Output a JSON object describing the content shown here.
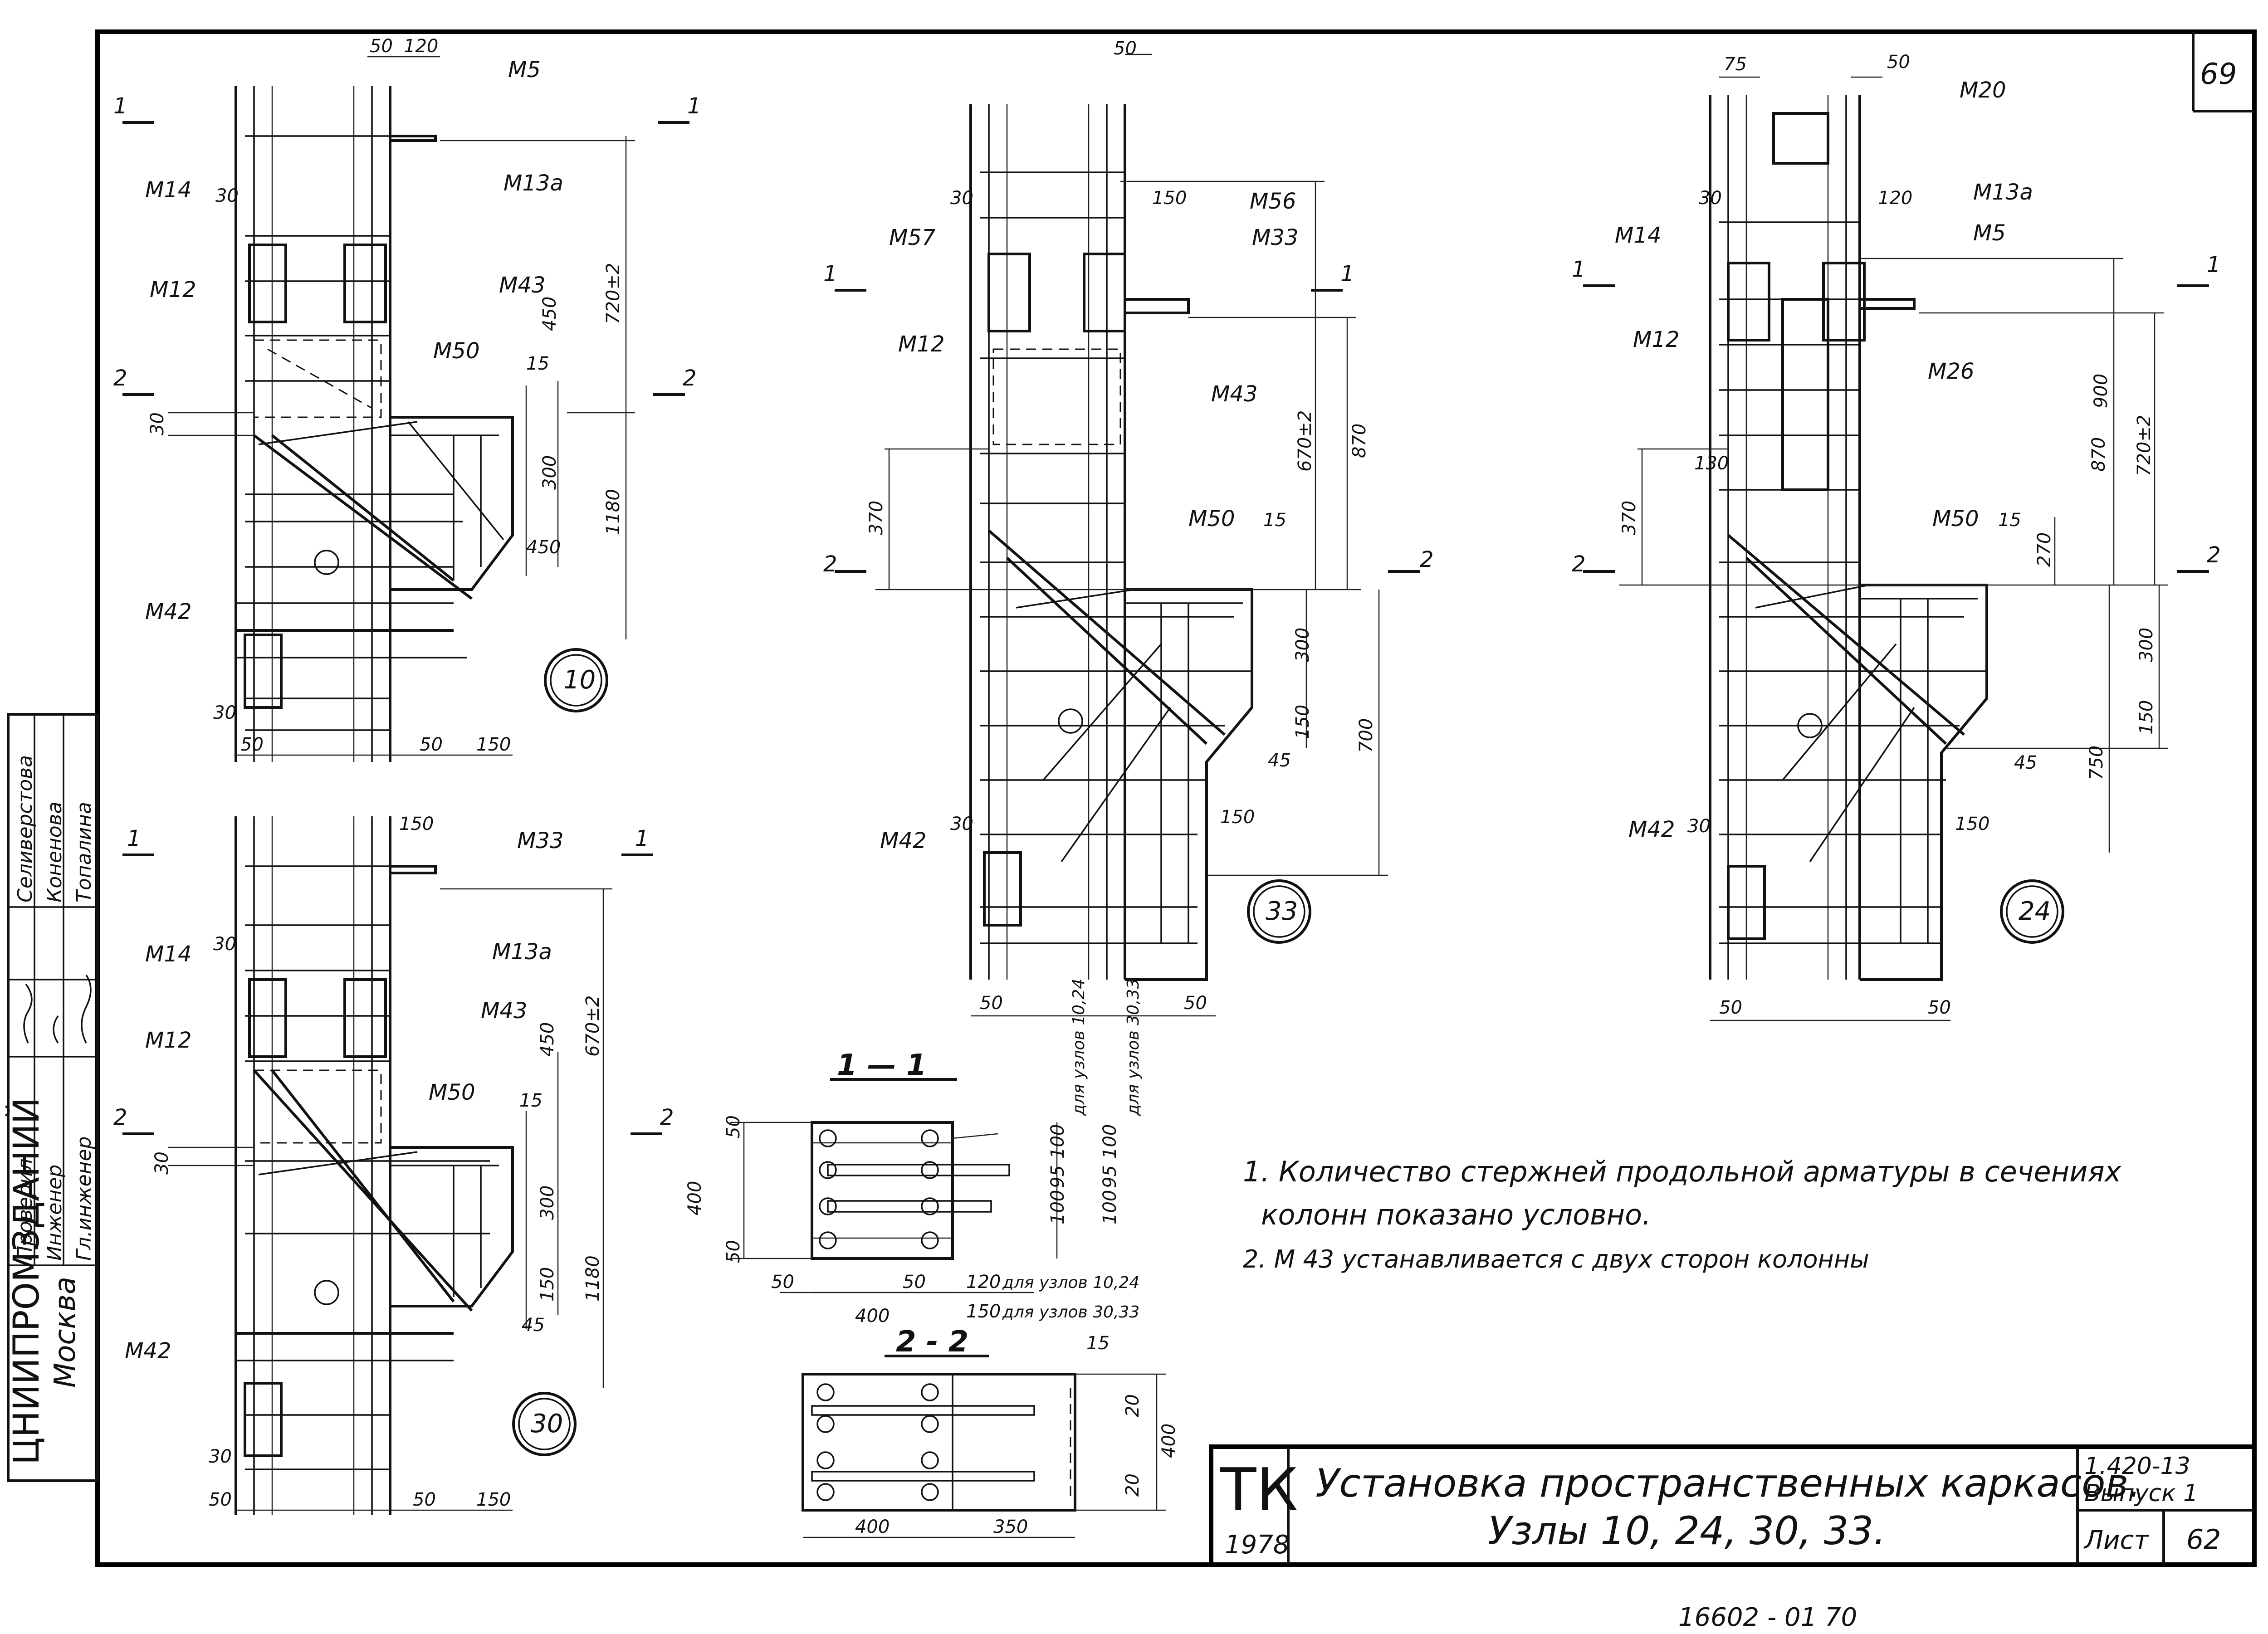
{
  "sheet_number": "69",
  "stamp": {
    "org_line1": "ЦНИИПРОМЗДАНИЙ",
    "org_line2": "Москва",
    "roles": [
      "Гл.инженер",
      "Инженер",
      "Проверил"
    ],
    "names": [
      "Топалина",
      "Коненова",
      "Селиверстова"
    ]
  },
  "title_block": {
    "series_code": "ТК",
    "year": "1978",
    "title_line1": "Установка пространственных каркасов.",
    "title_line2": "Узлы 10, 24, 30, 33.",
    "doc_number": "1.420-13",
    "issue": "Выпуск 1",
    "sheet_label": "Лист",
    "sheet_value": "62"
  },
  "archive_number": "16602 - 01   70",
  "notes": [
    "1. Количество  стержней продольной арматуры в сечениях",
    "колонн показано условно.",
    "2. М 43   устанавливается с двух сторон колонны"
  ],
  "nodes": [
    {
      "id": "n10",
      "number": "10"
    },
    {
      "id": "n30",
      "number": "30"
    },
    {
      "id": "n33",
      "number": "33"
    },
    {
      "id": "n24",
      "number": "24"
    }
  ],
  "section_titles": {
    "s11": "1 — 1",
    "s22": "2 - 2"
  },
  "cut_marks": {
    "one": "1",
    "two": "2"
  },
  "labels": {
    "n10": {
      "M5": "М5",
      "M14": "М14",
      "M13a": "М13а",
      "M12": "М12",
      "M43": "М43",
      "M50": "М50",
      "M42": "М42",
      "d50a": "50",
      "d120": "120",
      "d30a": "30",
      "d720": "720±2",
      "d450a": "450",
      "d15": "15",
      "d30b": "30",
      "d300": "300",
      "d1180": "1180",
      "d450b": "450",
      "d30c": "30",
      "d50b": "50",
      "d50c": "50",
      "d150": "150"
    },
    "n30": {
      "M33": "М33",
      "M14": "М14",
      "M13a": "М13а",
      "M12": "М12",
      "M43": "М43",
      "M50": "М50",
      "M42": "М42",
      "d150a": "150",
      "d30a": "30",
      "d670": "670±2",
      "d450": "450",
      "d15": "15",
      "d30b": "30",
      "d300": "300",
      "d1180": "1180",
      "d150b": "150",
      "d45": "45",
      "d30c": "30",
      "d50a": "50",
      "d50b": "50",
      "d150c": "150"
    },
    "n33": {
      "d50a": "50",
      "d30": "30",
      "d150a": "150",
      "M56": "М56",
      "M57": "М57",
      "M33": "М33",
      "M12": "М12",
      "M43": "М43",
      "d670": "670±2",
      "d870": "870",
      "d370": "370",
      "M50": "М50",
      "d15": "15",
      "d300": "300",
      "d150b": "150",
      "d700": "700",
      "d45": "45",
      "d150c": "150",
      "M42": "М42",
      "d30b": "30",
      "d50b": "50",
      "d50c": "50"
    },
    "n24": {
      "d75": "75",
      "d50a": "50",
      "M20": "М20",
      "d30a": "30",
      "d120": "120",
      "M14": "М14",
      "M13a": "М13а",
      "M5": "М5",
      "M12": "М12",
      "M26": "М26",
      "d900": "900",
      "d870": "870",
      "d720": "720±2",
      "d130": "130",
      "d370": "370",
      "M50": "М50",
      "d15": "15",
      "d270": "270",
      "d300": "300",
      "d150a": "150",
      "d750": "750",
      "d45": "45",
      "d150b": "150",
      "M42": "М42",
      "d30b": "30",
      "d50b": "50",
      "d50c": "50"
    },
    "s11": {
      "d50a": "50",
      "d100a": "100",
      "d95a": "95",
      "d100b": "100",
      "d50b": "50",
      "d400": "400",
      "d100c": "100",
      "d95b": "95",
      "d100d": "100",
      "d50c": "50",
      "d50d": "50",
      "d400b": "400",
      "d120": "120",
      "d150": "150",
      "n1024a": "для узлов 10,24",
      "n3033a": "для узлов 30,33",
      "n1024b": "для узлов 10,24",
      "n3033b": "для узлов 30,33"
    },
    "s22": {
      "d15": "15",
      "d20a": "20",
      "d400": "400",
      "d20b": "20",
      "d400b": "400",
      "d350": "350"
    }
  }
}
